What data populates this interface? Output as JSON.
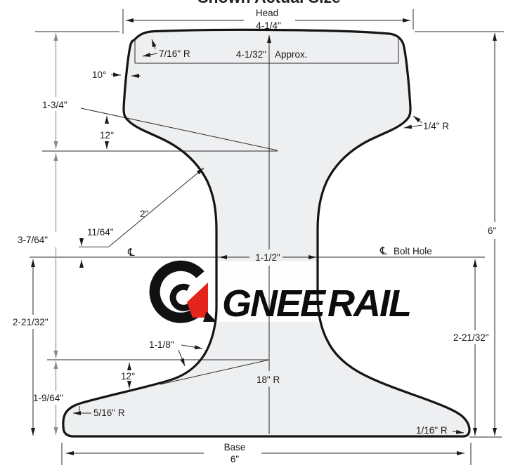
{
  "title_partial": "Shown Actual Size",
  "colors": {
    "logo_red": "#e5251c",
    "section_fill": "#edeff1",
    "line": "#1a1a1a",
    "gray_dim_line": "#9a9a9a"
  },
  "logo": {
    "gnee": "GNEE",
    "rail": "RAIL"
  },
  "labels": {
    "head": "Head",
    "head_width": "4-1/4\"",
    "head_corner_radius": "7/16\" R",
    "head_top_width": "4-1/32\"",
    "approx": "Approx.",
    "angle_head_side": "10°",
    "head_depth": "1-3/4\"",
    "angle_head_underside": "12°",
    "head_side_radius": "1/4\" R",
    "web_fillet_radius": "2\"",
    "web_offset": "11/64\"",
    "web_height": "3-7/64\"",
    "centerline_symbol": "℄",
    "web_width": "1-1/2\"",
    "bolt_hole_centerline_symbol": "℄",
    "bolt_hole": "Bolt Hole",
    "total_height": "6\"",
    "lower_left_height": "2-21/32\"",
    "lower_right_height": "2-21/32\"",
    "base_fillet_radius": "1-1/8\"",
    "angle_base_top": "12°",
    "base_curve_radius": "18\" R",
    "base_depth": "1-9/64\"",
    "base_tip_radius": "5/16\" R",
    "base_edge_radius": "1/16\" R",
    "base": "Base",
    "base_width": "6\""
  }
}
